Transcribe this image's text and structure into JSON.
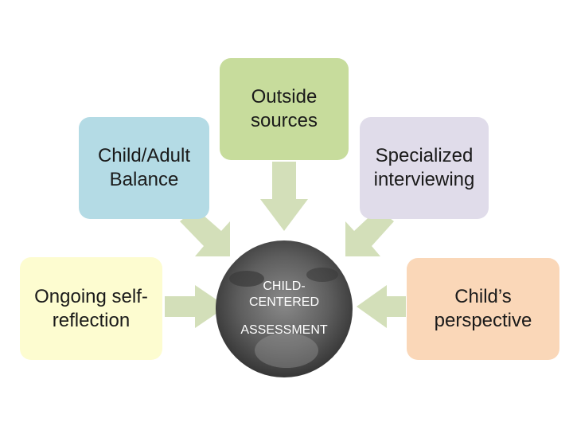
{
  "nodes": {
    "outside_sources": {
      "label": "Outside\nsources",
      "color": "#c7dc9c"
    },
    "child_adult_balance": {
      "label": "Child/Adult\nBalance",
      "color": "#b4dbe5"
    },
    "specialized_interviewing": {
      "label": "Specialized\ninterviewing",
      "color": "#e0dcea"
    },
    "ongoing_self_reflection": {
      "label": "Ongoing self-\nreflection",
      "color": "#fdfcd0"
    },
    "childs_perspective": {
      "label": "Child’s\nperspective",
      "color": "#fad7b8"
    }
  },
  "center": {
    "label_line1": "CHILD-\nCENTERED",
    "label_line2": "ASSESSMENT"
  },
  "arrow_color": "#d3dfb9"
}
